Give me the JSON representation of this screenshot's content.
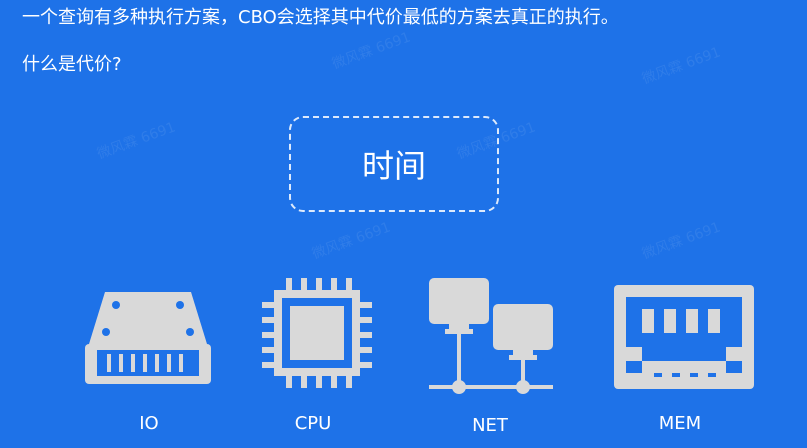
{
  "intro": {
    "line1": "一个查询有多种执行方案，CBO会选择其中代价最低的方案去真正的执行。",
    "line2": "什么是代价?"
  },
  "cost_box": {
    "label": "时间"
  },
  "resources": [
    {
      "label": "IO",
      "icon": "disk-drive-icon"
    },
    {
      "label": "CPU",
      "icon": "cpu-chip-icon"
    },
    {
      "label": "NET",
      "icon": "network-icon"
    },
    {
      "label": "MEM",
      "icon": "memory-module-icon"
    }
  ],
  "watermark": "微风霖 6691",
  "colors": {
    "background": "#1e72e8",
    "icon": "#d9d9d9",
    "text": "#ffffff"
  }
}
